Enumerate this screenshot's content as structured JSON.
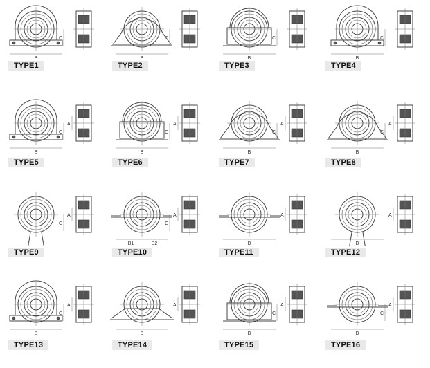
{
  "types": [
    {
      "label": "TYPE1",
      "dims": [
        "C",
        "B"
      ],
      "style": "pillow"
    },
    {
      "label": "TYPE2",
      "dims": [
        "C",
        "B"
      ],
      "style": "arch"
    },
    {
      "label": "TYPE3",
      "dims": [
        "C",
        "B"
      ],
      "style": "block"
    },
    {
      "label": "TYPE4",
      "dims": [
        "C",
        "B"
      ],
      "style": "pillow"
    },
    {
      "label": "TYPE5",
      "dims": [
        "A",
        "C",
        "B"
      ],
      "style": "pillow"
    },
    {
      "label": "TYPE6",
      "dims": [
        "A",
        "C",
        "B"
      ],
      "style": "block"
    },
    {
      "label": "TYPE7",
      "dims": [
        "A",
        "C",
        "B"
      ],
      "style": "arch"
    },
    {
      "label": "TYPE8",
      "dims": [
        "A",
        "C",
        "B"
      ],
      "style": "arch"
    },
    {
      "label": "TYPE9",
      "dims": [
        "A",
        "C"
      ],
      "style": "ring"
    },
    {
      "label": "TYPE10",
      "dims": [
        "A",
        "C",
        "B1",
        "B2"
      ],
      "style": "flange"
    },
    {
      "label": "TYPE11",
      "dims": [
        "A",
        "B"
      ],
      "style": "flange"
    },
    {
      "label": "TYPE12",
      "dims": [
        "A",
        "B"
      ],
      "style": "ring"
    },
    {
      "label": "TYPE13",
      "dims": [
        "A",
        "C",
        "B"
      ],
      "style": "pillow"
    },
    {
      "label": "TYPE14",
      "dims": [
        "A",
        "B"
      ],
      "style": "wing"
    },
    {
      "label": "TYPE15",
      "dims": [
        "A",
        "C",
        "B"
      ],
      "style": "block"
    },
    {
      "label": "TYPE16",
      "dims": [
        "A",
        "C",
        "B"
      ],
      "style": "flange"
    }
  ]
}
